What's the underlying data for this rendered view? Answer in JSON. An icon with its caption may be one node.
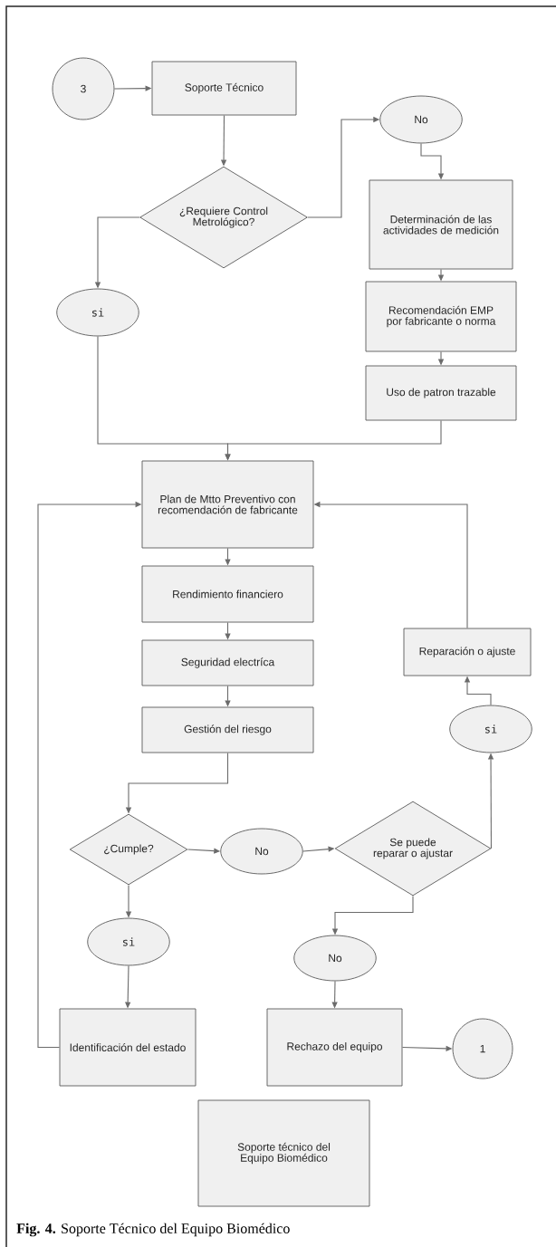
{
  "diagram": {
    "caption": "**Fig. 4.** Soporte Técnico del Equipo Biomédico",
    "nodes": [
      {
        "text": [
          "3"
        ]
      },
      {
        "text": [
          "Soporte Técnico"
        ]
      },
      {
        "text": [
          "¿Requiere Control Metrológico?"
        ]
      },
      {
        "text": [
          "No"
        ]
      },
      {
        "text": [
          "Determinación de las actividades de medición"
        ]
      },
      {
        "text": [
          "Recomendación EMP por fabricante o norma"
        ]
      },
      {
        "text": [
          "Uso de patron trazable"
        ]
      },
      {
        "text": [
          "si"
        ]
      },
      {
        "text": [
          "Plan de Mtto Preventivo con recomendación de fabricante"
        ]
      },
      {
        "text": [
          "Rendimiento financiero"
        ]
      },
      {
        "text": [
          "Seguridad electríca"
        ]
      },
      {
        "text": [
          "Gestión del riesgo"
        ]
      },
      {
        "text": [
          "¿Cumple?"
        ]
      },
      {
        "text": [
          "No"
        ]
      },
      {
        "text": [
          "Se puede reparar o ajustar"
        ]
      },
      {
        "text": [
          "si"
        ]
      },
      {
        "text": [
          "Reparación o ajuste"
        ]
      },
      {
        "text": [
          "si"
        ]
      },
      {
        "text": [
          "No"
        ]
      },
      {
        "text": [
          "Identificación del estado"
        ]
      },
      {
        "text": [
          "Rechazo del equipo"
        ]
      },
      {
        "text": [
          "1"
        ]
      },
      {
        "text": [
          "Soporte técnico del Equipo Biomédico"
        ]
      }
    ],
    "edges": [
      {
        "from": 0,
        "to": 1,
        "arrow": "to"
      },
      {
        "from": 1,
        "to": 2,
        "arrow": "to"
      },
      {
        "from": 2,
        "to": 3,
        "arrow": "to"
      },
      {
        "from": 2,
        "to": 7,
        "arrow": "to"
      },
      {
        "from": 3,
        "to": 4,
        "arrow": "to"
      },
      {
        "from": 4,
        "to": 5,
        "arrow": "to"
      },
      {
        "from": 5,
        "to": 6,
        "arrow": "to"
      },
      {
        "from": 7,
        "to": 8,
        "arrow": "to"
      },
      {
        "from": 6,
        "to": 8,
        "arrow": "to"
      },
      {
        "from": 8,
        "to": 9,
        "arrow": "to"
      },
      {
        "from": 9,
        "to": 10,
        "arrow": "to"
      },
      {
        "from": 10,
        "to": 11,
        "arrow": "to"
      },
      {
        "from": 11,
        "to": 12,
        "arrow": "to"
      },
      {
        "from": 12,
        "to": 13,
        "arrow": "to"
      },
      {
        "from": 13,
        "to": 14,
        "arrow": "to"
      },
      {
        "from": 14,
        "to": 15,
        "arrow": "to"
      },
      {
        "from": 15,
        "to": 16,
        "arrow": "to"
      },
      {
        "from": 16,
        "to": 8,
        "arrow": "to"
      },
      {
        "from": 12,
        "to": 17,
        "arrow": "to"
      },
      {
        "from": 17,
        "to": 19,
        "arrow": "to"
      },
      {
        "from": 19,
        "to": 8,
        "arrow": "to"
      },
      {
        "from": 14,
        "to": 18,
        "arrow": "to"
      },
      {
        "from": 18,
        "to": 20,
        "arrow": "to"
      },
      {
        "from": 20,
        "to": 21,
        "arrow": "to"
      }
    ]
  }
}
